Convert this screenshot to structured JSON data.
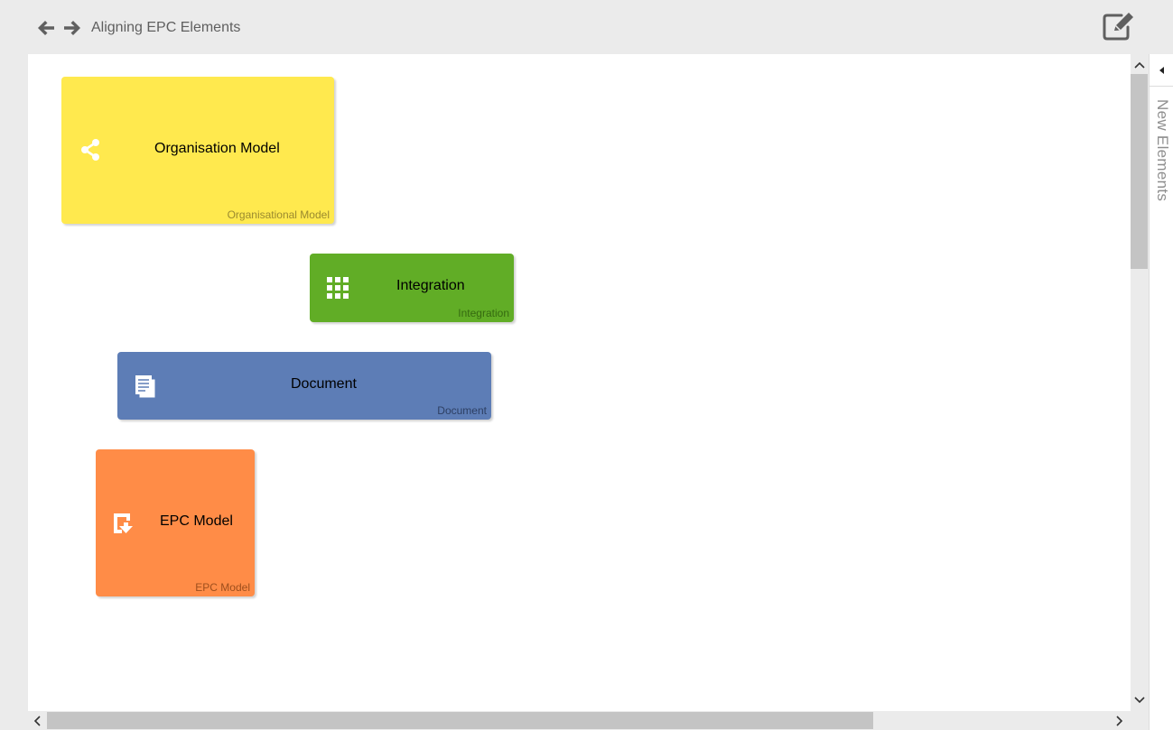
{
  "header": {
    "title": "Aligning EPC Elements",
    "back_icon": "arrow-left-icon",
    "forward_icon": "arrow-right-icon",
    "edit_icon": "edit-square-pencil-icon"
  },
  "canvas": {
    "elements": [
      {
        "id": "org",
        "label": "Organisation Model",
        "type": "Organisational Model",
        "icon": "share-network-icon",
        "color": "#ffe94e"
      },
      {
        "id": "int",
        "label": "Integration",
        "type": "Integration",
        "icon": "grid-dots-icon",
        "color": "#61ad26"
      },
      {
        "id": "doc",
        "label": "Document",
        "type": "Document",
        "icon": "document-stack-icon",
        "color": "#5d7db6"
      },
      {
        "id": "epc",
        "label": "EPC Model",
        "type": "EPC Model",
        "icon": "epc-model-icon",
        "color": "#ff8c47"
      }
    ]
  },
  "side_panel": {
    "label": "New Elements",
    "toggle_icon": "caret-left-icon"
  }
}
